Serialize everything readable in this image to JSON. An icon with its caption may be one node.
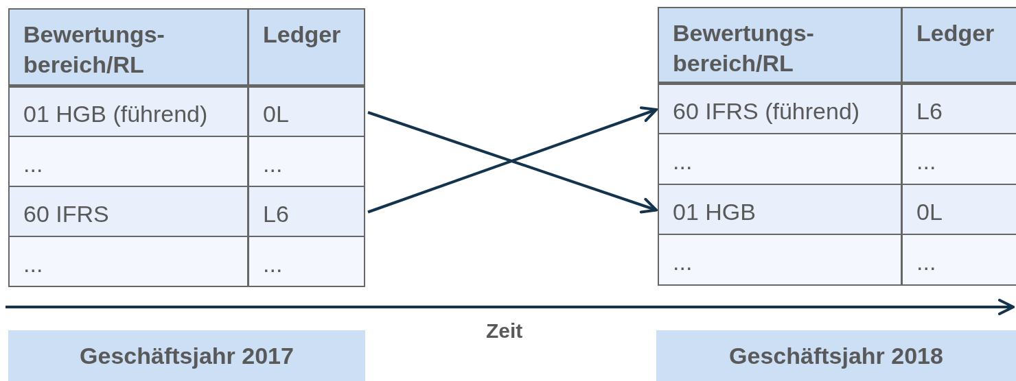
{
  "diagram": {
    "nodes": [
      {
        "text": [
          "Bewertungs- bereich/RL",
          "Ledger"
        ]
      },
      {
        "text": [
          "01 HGB (führend)",
          "0L"
        ]
      },
      {
        "text": [
          "...",
          "..."
        ]
      },
      {
        "text": [
          "60 IFRS",
          "L6"
        ]
      },
      {
        "text": [
          "...",
          "..."
        ]
      },
      {
        "text": [
          "Bewertungs- bereich/RL",
          "Ledger"
        ]
      },
      {
        "text": [
          "60 IFRS (führend)",
          "L6"
        ]
      },
      {
        "text": [
          "...",
          "..."
        ]
      },
      {
        "text": [
          "01 HGB",
          "0L"
        ]
      },
      {
        "text": [
          "...",
          "..."
        ]
      },
      {
        "text": [
          "Geschäftsjahr 2017"
        ]
      },
      {
        "text": [
          "Geschäftsjahr 2018"
        ]
      }
    ],
    "edges": [
      {
        "from": 1,
        "to": 8,
        "arrow": "to"
      },
      {
        "from": 3,
        "to": 6,
        "arrow": "to"
      }
    ],
    "labels": [
      "Zeit"
    ]
  }
}
